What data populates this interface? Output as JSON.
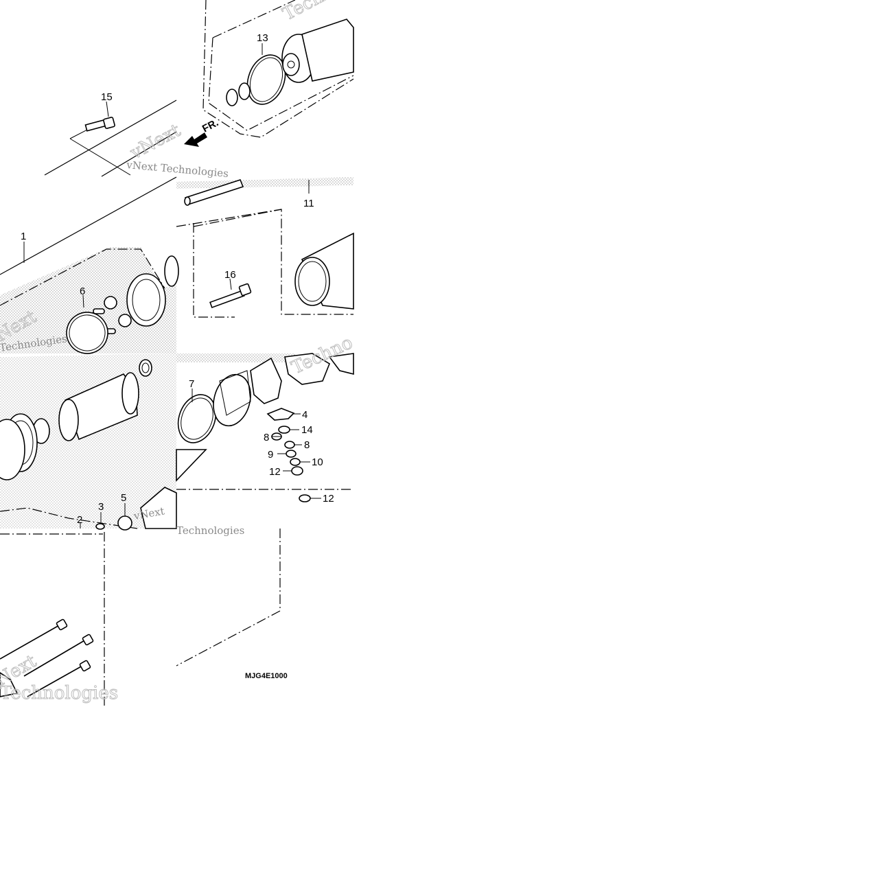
{
  "diagram": {
    "reference_code": "MJG4E1000",
    "direction_label": "FR.",
    "watermark_texts": [
      "vNext Technologies",
      "Technologies"
    ],
    "callouts": [
      {
        "id": "c13",
        "text": "13"
      },
      {
        "id": "c15",
        "text": "15"
      },
      {
        "id": "c11",
        "text": "11"
      },
      {
        "id": "c1",
        "text": "1"
      },
      {
        "id": "c16",
        "text": "16"
      },
      {
        "id": "c6",
        "text": "6"
      },
      {
        "id": "c7",
        "text": "7"
      },
      {
        "id": "c4",
        "text": "4"
      },
      {
        "id": "c8a",
        "text": "8"
      },
      {
        "id": "c14",
        "text": "14"
      },
      {
        "id": "c8b",
        "text": "8"
      },
      {
        "id": "c9",
        "text": "9"
      },
      {
        "id": "c10",
        "text": "10"
      },
      {
        "id": "c12a",
        "text": "12"
      },
      {
        "id": "c12b",
        "text": "12"
      },
      {
        "id": "c2",
        "text": "2"
      },
      {
        "id": "c3",
        "text": "3"
      },
      {
        "id": "c5",
        "text": "5"
      }
    ]
  }
}
